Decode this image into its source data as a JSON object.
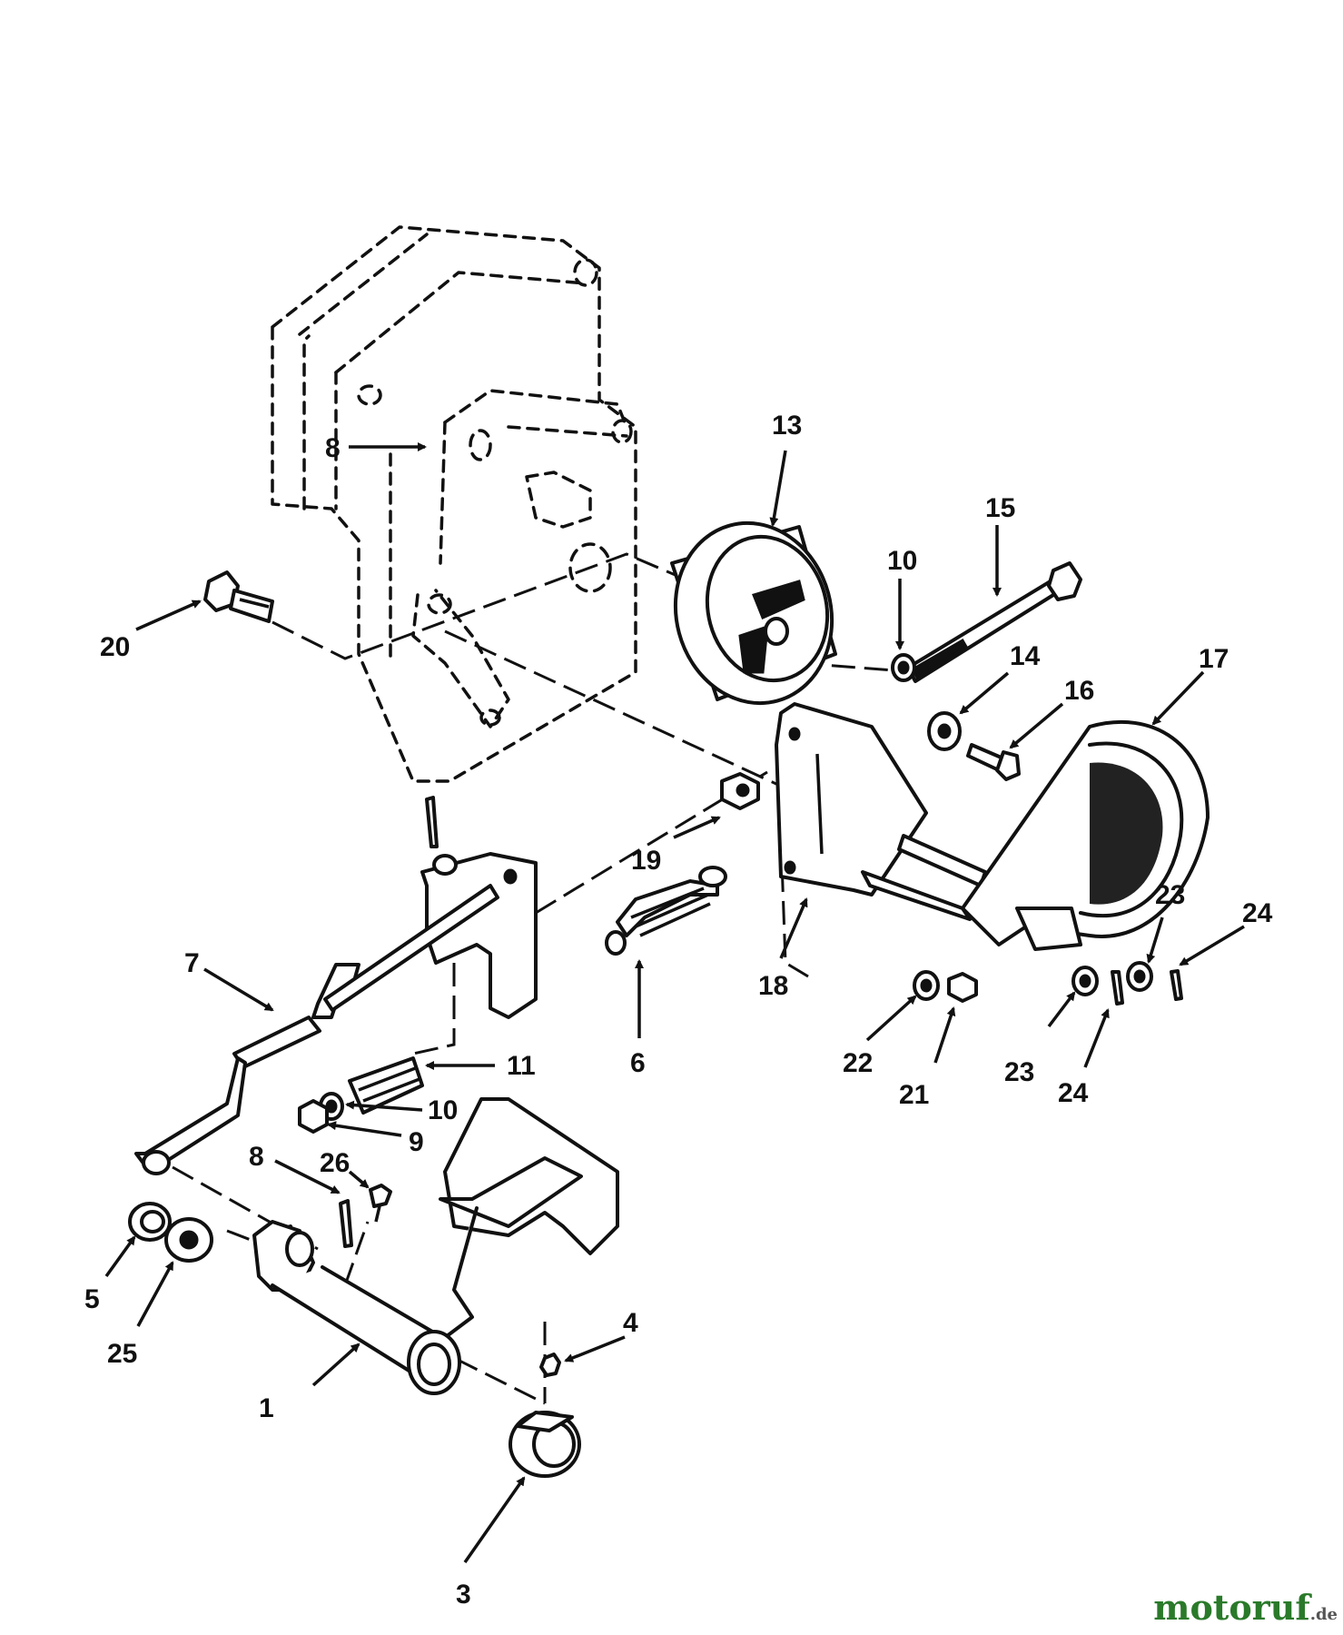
{
  "callouts": [
    {
      "label": "1"
    },
    {
      "label": "3"
    },
    {
      "label": "4"
    },
    {
      "label": "5"
    },
    {
      "label": "6"
    },
    {
      "label": "7"
    },
    {
      "label": "8"
    },
    {
      "label": "8"
    },
    {
      "label": "9"
    },
    {
      "label": "10"
    },
    {
      "label": "10"
    },
    {
      "label": "11"
    },
    {
      "label": "13"
    },
    {
      "label": "14"
    },
    {
      "label": "15"
    },
    {
      "label": "16"
    },
    {
      "label": "17"
    },
    {
      "label": "18"
    },
    {
      "label": "19"
    },
    {
      "label": "20"
    },
    {
      "label": "21"
    },
    {
      "label": "22"
    },
    {
      "label": "23"
    },
    {
      "label": "23"
    },
    {
      "label": "24"
    },
    {
      "label": "24"
    },
    {
      "label": "25"
    },
    {
      "label": "26"
    }
  ],
  "watermark": {
    "text": "motoruf",
    "suffix": ".de"
  }
}
